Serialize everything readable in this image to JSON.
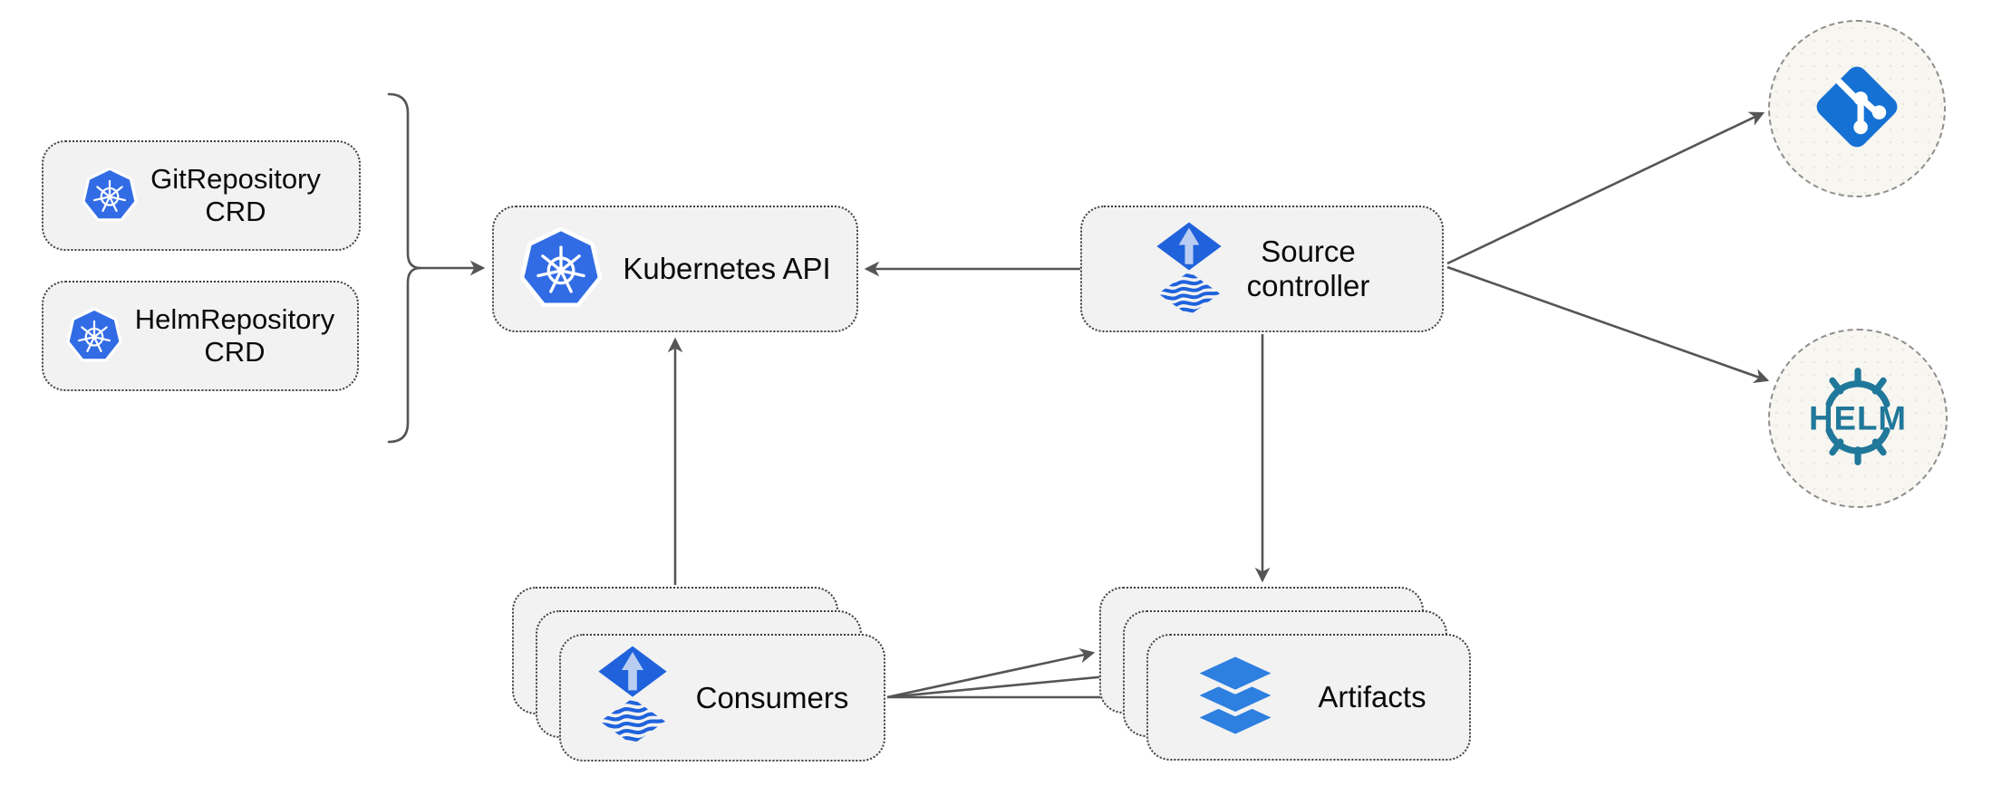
{
  "diagram": {
    "title": "Flux source-controller architecture diagram",
    "background": "#ffffff"
  },
  "colors": {
    "box_fill": "#f2f2f2",
    "box_border": "#3f3f3f",
    "circle_fill": "#f8f6f1",
    "circle_border": "#8e8e8e",
    "arrow": "#555555",
    "kubernetes_blue": "#326ce5",
    "flux_blue": "#1f62dc",
    "flux_arrow_light": "#b9cdf2",
    "git_blue": "#1571d4",
    "helm_teal": "#20789a",
    "layers_blue": "#2d7fe0",
    "text": "#0a0a0a"
  },
  "nodes": {
    "git_repo_crd": {
      "line1": "GitRepository",
      "line2": "CRD",
      "icon": "kubernetes-icon"
    },
    "helm_repo_crd": {
      "line1": "HelmRepository",
      "line2": "CRD",
      "icon": "kubernetes-icon"
    },
    "kubernetes_api": {
      "label": "Kubernetes API",
      "icon": "kubernetes-icon"
    },
    "source_controller": {
      "line1": "Source",
      "line2": "controller",
      "icon": "flux-icon"
    },
    "consumers": {
      "label": "Consumers",
      "icon": "flux-icon",
      "stack_count": 3
    },
    "artifacts": {
      "label": "Artifacts",
      "icon": "layers-icon",
      "stack_count": 3
    },
    "git": {
      "icon": "git-icon"
    },
    "helm": {
      "icon": "helm-icon",
      "label": "HELM"
    }
  },
  "edges": [
    {
      "from": "crd_bracket",
      "to": "kubernetes_api"
    },
    {
      "from": "source_controller",
      "to": "kubernetes_api"
    },
    {
      "from": "consumers",
      "to": "kubernetes_api"
    },
    {
      "from": "source_controller",
      "to": "artifacts"
    },
    {
      "from": "consumers",
      "to": "artifacts",
      "count": 3
    },
    {
      "from": "source_controller",
      "to": "git"
    },
    {
      "from": "source_controller",
      "to": "helm"
    }
  ]
}
